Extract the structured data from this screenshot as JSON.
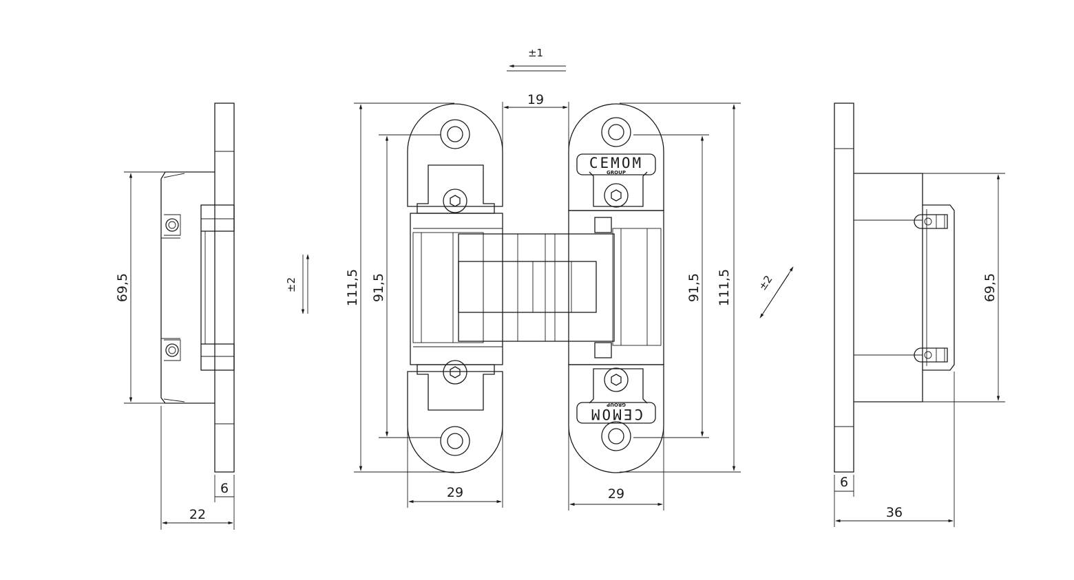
{
  "brand": {
    "name": "CEMOM",
    "sub": "GROUP"
  },
  "left_view": {
    "height": "69,5",
    "depth_total": "22",
    "plate_thickness": "6"
  },
  "front_view": {
    "gap": "19",
    "left_height_outer": "111,5",
    "left_height_inner": "91,5",
    "right_height_inner": "91,5",
    "right_height_outer": "111,5",
    "left_width": "29",
    "right_width": "29"
  },
  "right_view": {
    "height": "69,5",
    "depth_total": "36",
    "plate_thickness": "6"
  },
  "adjustments": {
    "horizontal": "±1",
    "vertical": "±2",
    "depth": "±2"
  }
}
